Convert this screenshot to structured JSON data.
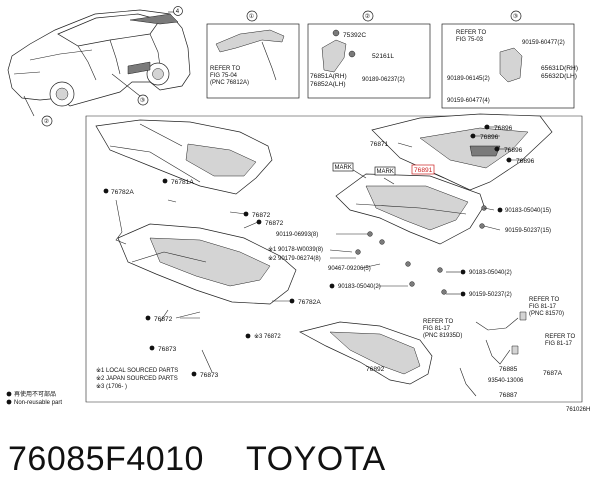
{
  "callouts": {
    "c1": "①",
    "c2": "②",
    "c3": "③",
    "car_4": "4",
    "car_3": "③",
    "car_2": "②"
  },
  "box1": {
    "refer": "REFER TO",
    "fig": "FIG 75-04",
    "pnc": "(PNC 76812A)"
  },
  "box2": {
    "p1": "75392C",
    "p2": "52161L",
    "p3": "76851A(RH)",
    "p4": "76852A(LH)",
    "p5": "90189-06237(2)"
  },
  "box3": {
    "refer": "REFER TO",
    "fig": "FIG 75-03",
    "p1": "90159-60477(2)",
    "p2": "90189-06145(2)",
    "p3": "65631D(RH)",
    "p4": "65632D(LH)",
    "p5": "90159-60477(4)"
  },
  "main": {
    "p76896a": "76896",
    "p76896b": "76896",
    "p76896c": "76896",
    "p76896d": "76896",
    "p76871": "76871",
    "mark1": "MARK",
    "mark2": "MARK",
    "p76891": "76891",
    "p76782A_top": "76782A",
    "p76781A": "76781A",
    "p76872_a": "76872",
    "p76872_b": "76872",
    "p90183_15": "90183-05040(15)",
    "p90159_15": "90159-50237(15)",
    "p90119": "90119-06993(8)",
    "p90178": "※1 90178-W0039(8)",
    "p90179": "※2 90179-06274(8)",
    "p90467": "90467-09206(5)",
    "p90183_2a": "90183-05040(2)",
    "p90183_2b": "90183-05040(2)",
    "p90159_2": "90159-50237(2)",
    "p76782A_mid": "76782A",
    "p76872_c": "76872",
    "p76873_a": "76873",
    "p76872_d": "※3 76872",
    "p76873_b": "76873",
    "p76892": "76892",
    "ref1_a": "REFER TO",
    "ref1_b": "FIG 81-17",
    "ref1_c": "(PNC 81570)",
    "ref2_a": "REFER TO",
    "ref2_b": "FIG 81-17",
    "ref2_c": "(PNC 81935D)",
    "ref3_a": "REFER TO",
    "ref3_b": "FIG 81-17",
    "p76885": "76885",
    "p93540": "93540-13006",
    "p76887": "76887",
    "p7687A": "7687A"
  },
  "notes": {
    "n1": "※1 LOCAL SOURCED PARTS",
    "n2": "※2 JAPAN SOURCED PARTS",
    "n3": "※3 (1706-     )"
  },
  "legend": {
    "l1": "再使用不可部品",
    "l2": "Non-reusable part"
  },
  "image_id": "761026H",
  "footer": {
    "part_number": "76085F4010",
    "brand": "TOYOTA"
  }
}
